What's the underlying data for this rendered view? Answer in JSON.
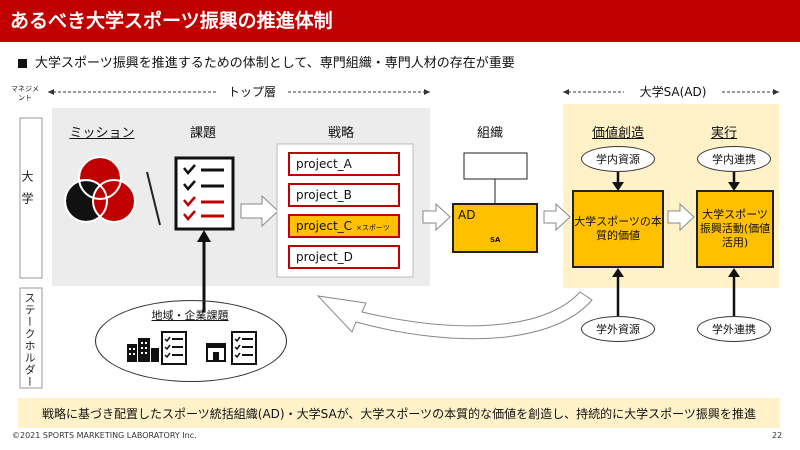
{
  "title": "あるべき大学スポーツ振興の推進体制",
  "subtitle": "大学スポーツ振興を推進するための体制として、専門組織・専門人材の存在が重要",
  "side_labels": {
    "management": "マネジメント",
    "university": "大学",
    "stakeholder": "ステークホルダー"
  },
  "layers": {
    "top_layer": "トップ層",
    "sa_layer": "大学SA(AD)"
  },
  "headings": {
    "mission": "ミッション",
    "issues": "課題",
    "strategy": "戦略",
    "organization": "組織",
    "value_creation": "価値創造",
    "execution": "実行"
  },
  "projects": [
    {
      "label": "project_A",
      "note": ""
    },
    {
      "label": "project_B",
      "note": ""
    },
    {
      "label": "project_C",
      "note": "×スポーツ"
    },
    {
      "label": "project_D",
      "note": ""
    }
  ],
  "ad_box": {
    "label": "AD",
    "badge": "SA"
  },
  "value_box": "大学スポーツの本質的価値",
  "execution_box": "大学スポーツ振興活動(価値活用)",
  "ovals": {
    "internal_resources": "学内資源",
    "internal_collab": "学内連携",
    "external_resources": "学外資源",
    "external_collab": "学外連携"
  },
  "stakeholder_group": "地域・企業課題",
  "bottom_message": "戦略に基づき配置したスポーツ統括組織(AD)・大学SAが、大学スポーツの本質的な価値を創造し、持続的に大学スポーツ振興を推進",
  "footer": "©2021 SPORTS MARKETING LABORATORY Inc.",
  "page_number": "22",
  "colors": {
    "brand_red": "#c00000",
    "accent_yellow": "#ffc000",
    "light_yellow": "#fff2c8",
    "gray_bg": "#ececec"
  }
}
